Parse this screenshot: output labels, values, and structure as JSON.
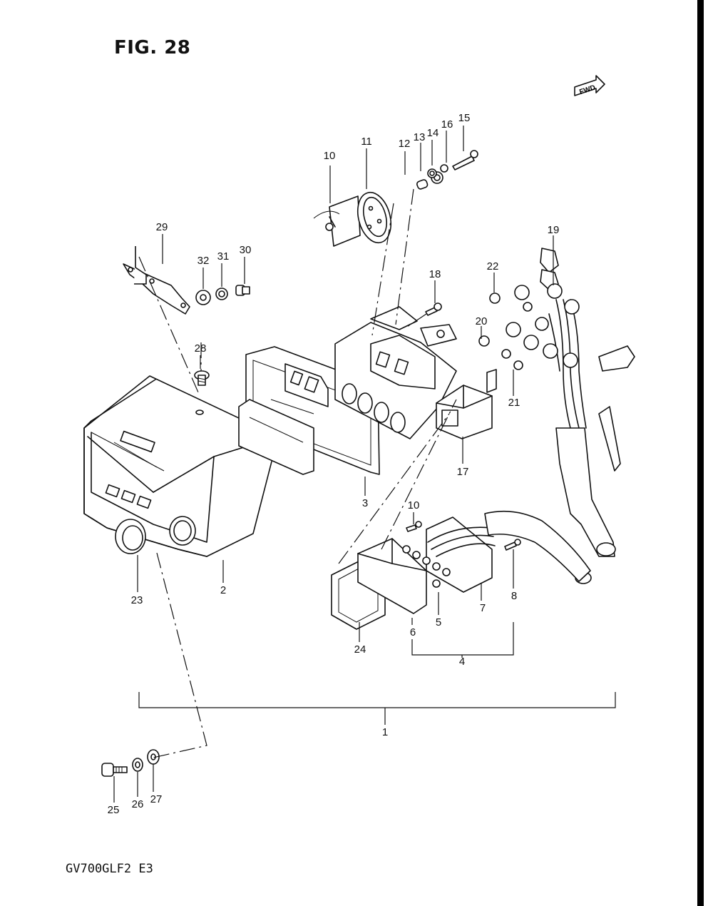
{
  "figure": {
    "title": "FIG. 28",
    "model_code": "GV700GLF2  E3",
    "fwd_badge": "FWD"
  },
  "part_labels": [
    "1",
    "2",
    "3",
    "4",
    "5",
    "6",
    "7",
    "8",
    "10",
    "10",
    "11",
    "12",
    "13",
    "14",
    "15",
    "16",
    "17",
    "18",
    "19",
    "20",
    "21",
    "22",
    "23",
    "24",
    "25",
    "26",
    "27",
    "28",
    "29",
    "30",
    "31",
    "32"
  ]
}
